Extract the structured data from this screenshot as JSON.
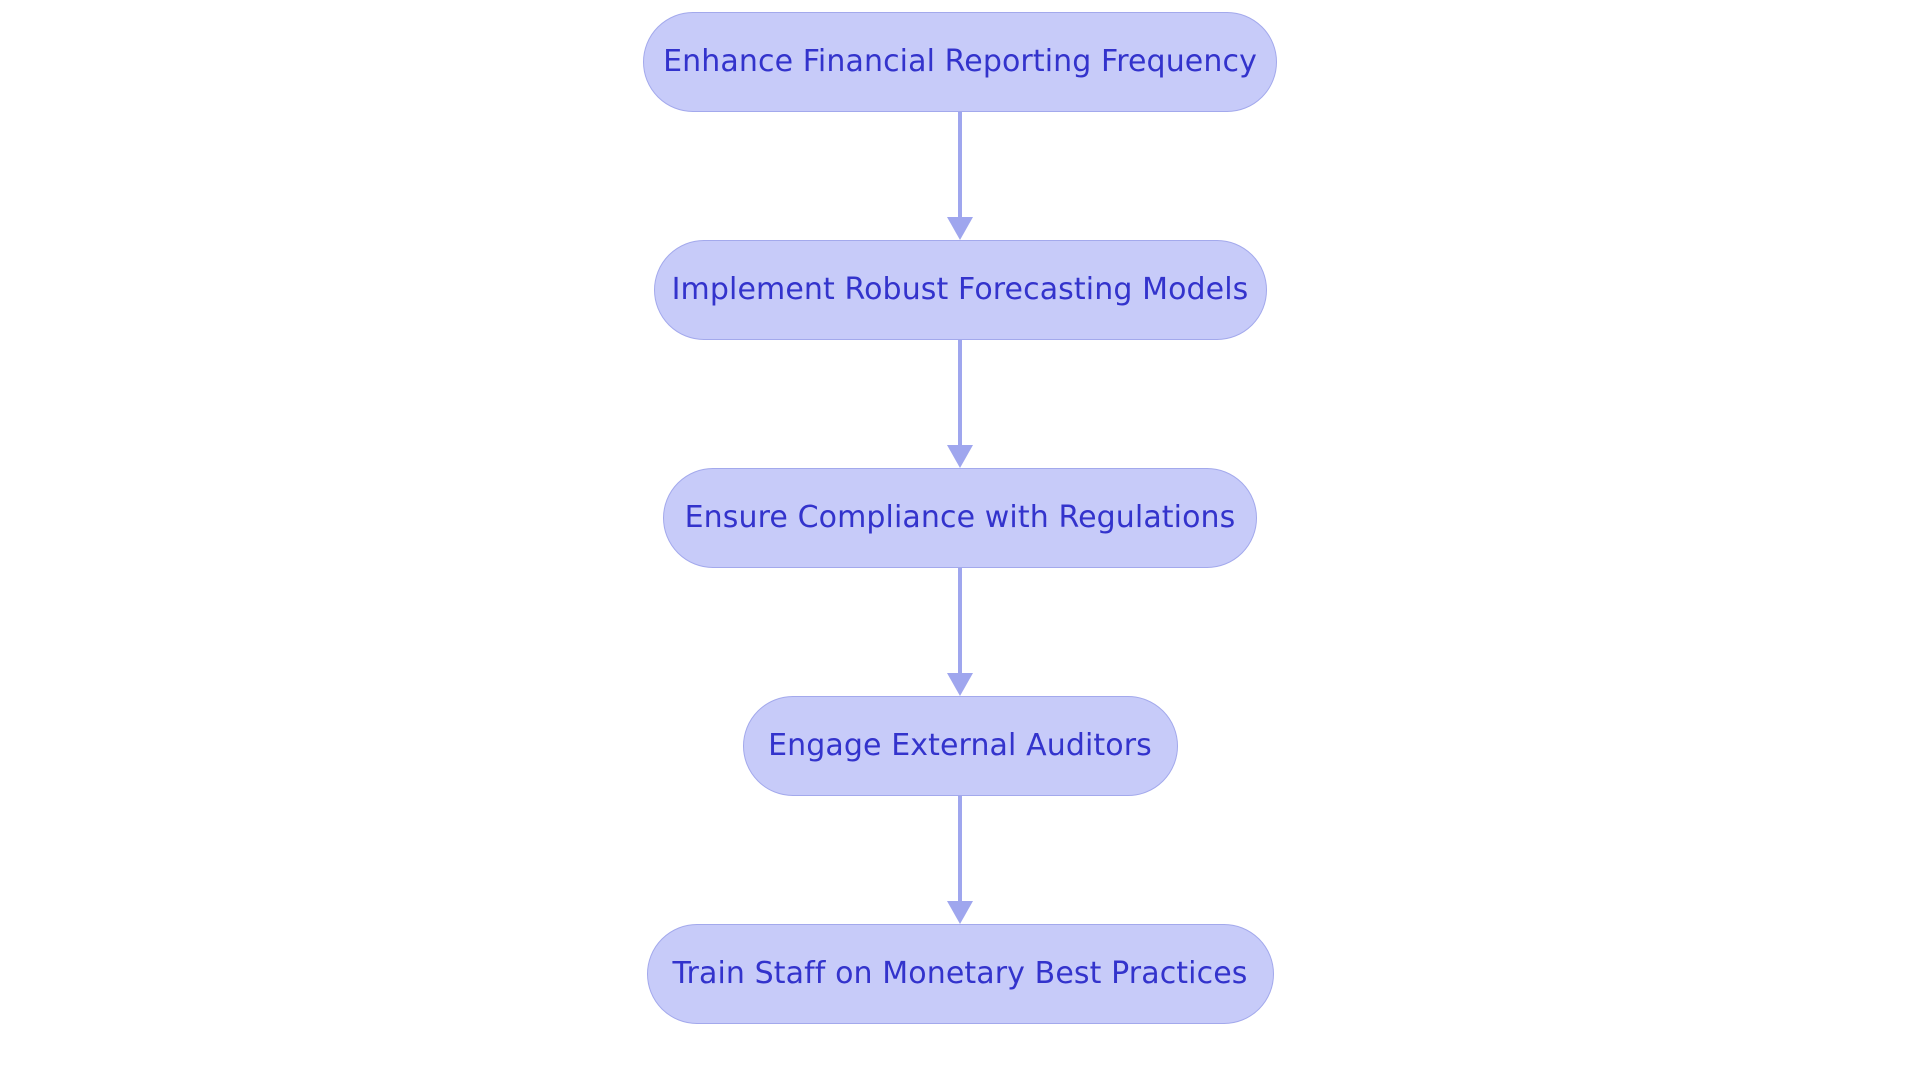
{
  "diagram": {
    "type": "flowchart",
    "orientation": "top-to-bottom",
    "title": "",
    "background_color": "#ffffff",
    "node_fill_color": "#c7cbf9",
    "node_border_color": "#a3a9ec",
    "node_text_color": "#3333cc",
    "connector_color": "#9fa6ee",
    "nodes": [
      {
        "id": "node-1",
        "label": "Enhance Financial Reporting Frequency"
      },
      {
        "id": "node-2",
        "label": "Implement Robust Forecasting Models"
      },
      {
        "id": "node-3",
        "label": "Ensure Compliance with Regulations"
      },
      {
        "id": "node-4",
        "label": "Engage External Auditors"
      },
      {
        "id": "node-5",
        "label": "Train Staff on Monetary Best Practices"
      }
    ],
    "connectors": [
      {
        "id": "edge-1",
        "from": "node-1",
        "to": "node-2",
        "label": "",
        "arrow": "down-arrow-icon"
      },
      {
        "id": "edge-2",
        "from": "node-2",
        "to": "node-3",
        "label": "",
        "arrow": "down-arrow-icon"
      },
      {
        "id": "edge-3",
        "from": "node-3",
        "to": "node-4",
        "label": "",
        "arrow": "down-arrow-icon"
      },
      {
        "id": "edge-4",
        "from": "node-4",
        "to": "node-5",
        "label": "",
        "arrow": "down-arrow-icon"
      }
    ]
  }
}
